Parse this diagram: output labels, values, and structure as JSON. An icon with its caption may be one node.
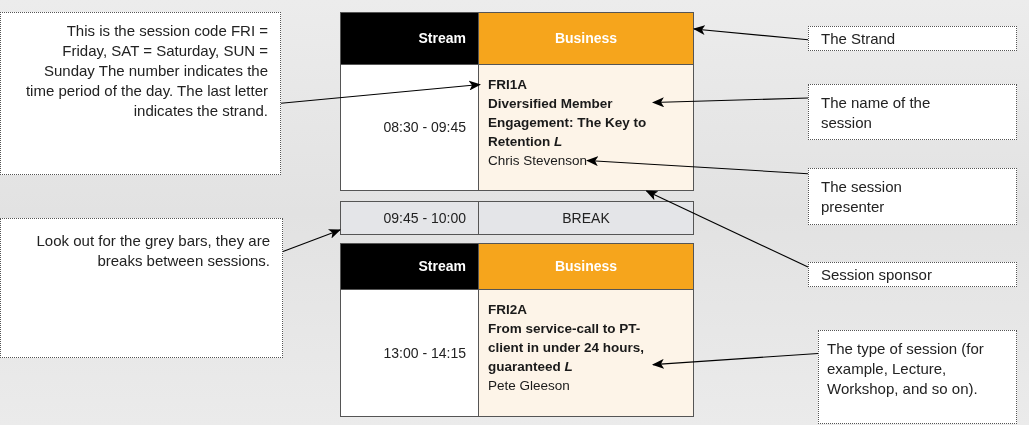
{
  "diagram": {
    "nodes": [
      {
        "text": [
          "This is the session code FRI = Friday, SAT = Saturday, SUN = Sunday The number indicates the time period of the day. The last letter indicates the strand."
        ]
      },
      {
        "text": [
          "Look out for the grey bars, they are breaks between sessions."
        ]
      },
      {
        "text": [
          "The Strand"
        ]
      },
      {
        "text": [
          "The name of the session"
        ]
      },
      {
        "text": [
          "The session presenter"
        ]
      },
      {
        "text": [
          "Session sponsor"
        ]
      },
      {
        "text": [
          "The type of session (for example, Lecture, Workshop, and so on)."
        ]
      },
      {
        "text": [
          "Stream"
        ]
      },
      {
        "text": [
          "Business"
        ]
      },
      {
        "text": [
          "08:30 - 09:45"
        ]
      },
      {
        "text": [],
        "shape": "box"
      },
      {
        "text": [
          "FRI1A"
        ],
        "in": 10
      },
      {
        "text": [
          "Diversified Member Engagement: The Key to Retention *L*"
        ],
        "in": 10
      },
      {
        "text": [
          "Chris Stevenson"
        ],
        "in": 10
      },
      {
        "text": [
          "09:45 - 10:00"
        ]
      },
      {
        "text": [
          "BREAK"
        ]
      },
      {
        "text": [
          "Stream"
        ]
      },
      {
        "text": [
          "Business"
        ]
      },
      {
        "text": [
          "13:00 - 14:15"
        ]
      },
      {
        "text": [],
        "shape": "box"
      },
      {
        "text": [
          "FRI2A"
        ],
        "in": 19
      },
      {
        "text": [
          "From service-call to PT-client in under 24 hours, guaranteed *L*"
        ],
        "in": 19
      },
      {
        "text": [
          "Pete Gleeson"
        ],
        "in": 19
      }
    ],
    "edges": [
      {
        "from": 0,
        "to": 11,
        "arrow": "to"
      },
      {
        "from": 1,
        "to": 14,
        "arrow": "to"
      },
      {
        "from": 2,
        "to": 8,
        "arrow": "to"
      },
      {
        "from": 3,
        "to": 12,
        "arrow": "to"
      },
      {
        "from": 4,
        "to": 13,
        "arrow": "to"
      },
      {
        "from": 5,
        "to": 10,
        "arrow": "to"
      },
      {
        "from": 6,
        "to": 21,
        "arrow": "to"
      }
    ]
  }
}
